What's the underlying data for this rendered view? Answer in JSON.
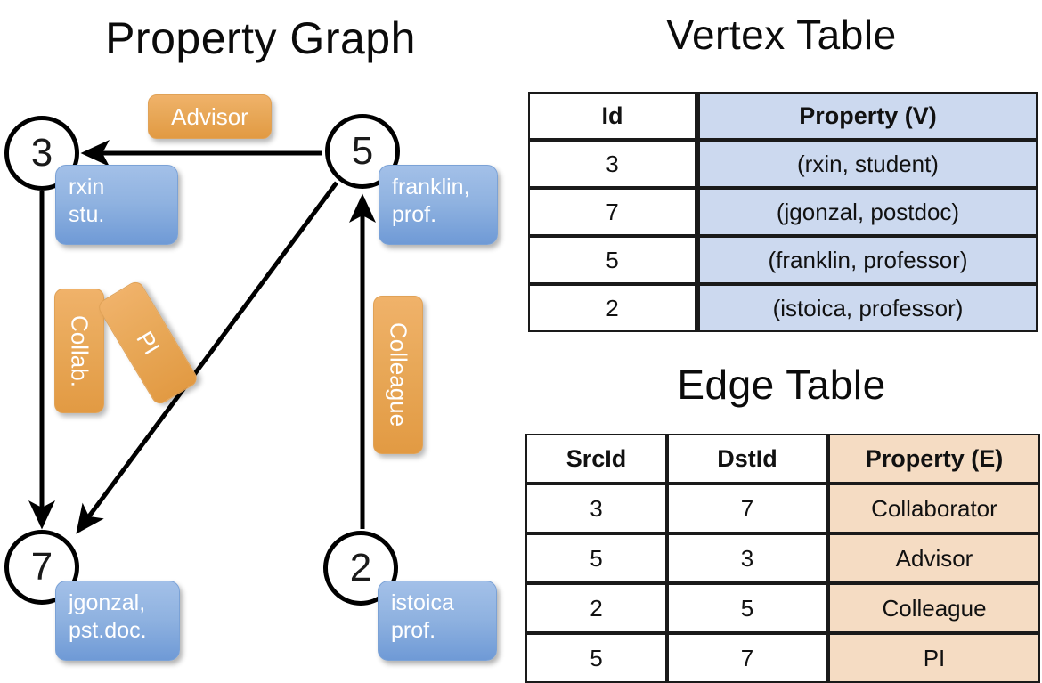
{
  "titles": {
    "property_graph": "Property Graph",
    "vertex_table": "Vertex Table",
    "edge_table": "Edge Table"
  },
  "graph": {
    "nodes": [
      {
        "id": "3",
        "property": "rxin\nstu."
      },
      {
        "id": "5",
        "property": "franklin,\nprof."
      },
      {
        "id": "7",
        "property": "jgonzal,\npst.doc."
      },
      {
        "id": "2",
        "property": "istoica\nprof."
      }
    ],
    "node_labels": {
      "n3": "3",
      "n5": "5",
      "n7": "7",
      "n2": "2"
    },
    "property_boxes": {
      "rxin_line1": "rxin",
      "rxin_line2": "stu.",
      "franklin_line1": "franklin,",
      "franklin_line2": "prof.",
      "jgonzal_line1": "jgonzal,",
      "jgonzal_line2": "pst.doc.",
      "istoica_line1": "istoica",
      "istoica_line2": "prof."
    },
    "relation_labels": {
      "advisor": "Advisor",
      "collab": "Collab.",
      "pi": "PI",
      "colleague": "Colleague"
    },
    "edges": [
      {
        "src": "5",
        "dst": "3",
        "label": "Advisor"
      },
      {
        "src": "3",
        "dst": "7",
        "label": "Collab."
      },
      {
        "src": "5",
        "dst": "7",
        "label": "PI"
      },
      {
        "src": "2",
        "dst": "5",
        "label": "Colleague"
      }
    ]
  },
  "vertex_table": {
    "headers": [
      "Id",
      "Property (V)"
    ],
    "rows": [
      {
        "id": "3",
        "property": "(rxin, student)"
      },
      {
        "id": "7",
        "property": "(jgonzal, postdoc)"
      },
      {
        "id": "5",
        "property": "(franklin, professor)"
      },
      {
        "id": "2",
        "property": "(istoica, professor)"
      }
    ]
  },
  "edge_table": {
    "headers": [
      "SrcId",
      "DstId",
      "Property (E)"
    ],
    "rows": [
      {
        "src": "3",
        "dst": "7",
        "property": "Collaborator"
      },
      {
        "src": "5",
        "dst": "3",
        "property": "Advisor"
      },
      {
        "src": "2",
        "dst": "5",
        "property": "Colleague"
      },
      {
        "src": "5",
        "dst": "7",
        "property": "PI"
      }
    ]
  },
  "colors": {
    "vertex_property_fill": "#ccd9ef",
    "edge_property_fill": "#f5dcc3",
    "node_box_blue": "#8fb2e0",
    "relation_orange": "#e8a858",
    "stroke": "#1a1a1a"
  }
}
